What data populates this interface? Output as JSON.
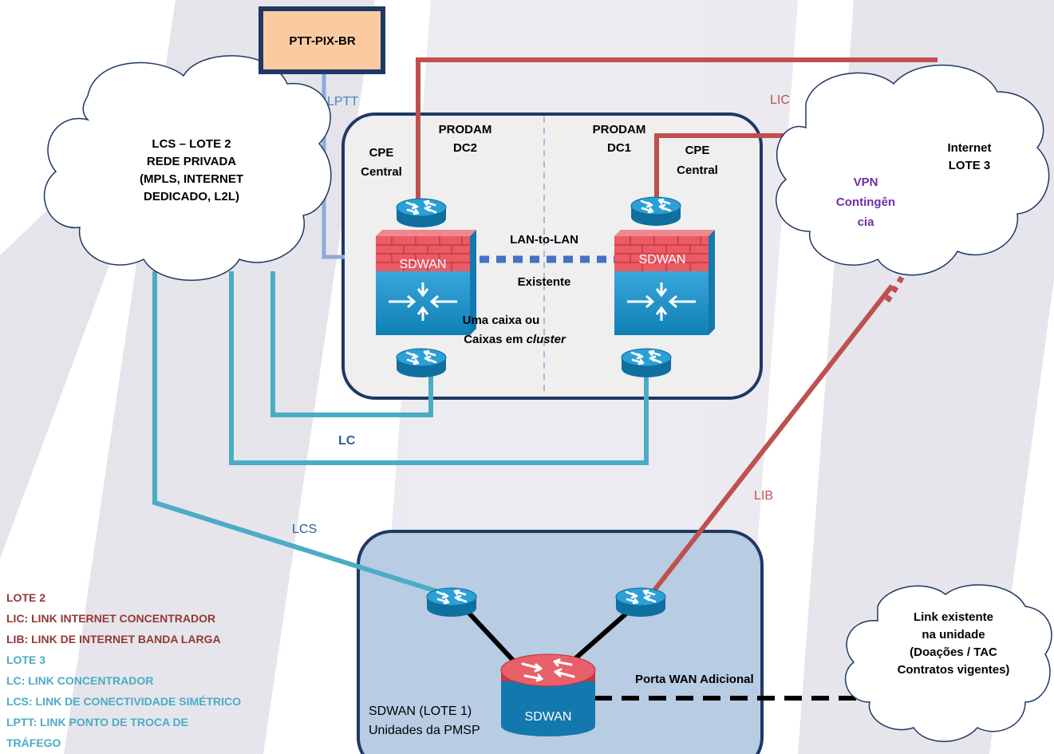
{
  "ptt_box": "PTT-PIX-BR",
  "lcs_cloud": [
    "LCS – LOTE 2",
    "REDE PRIVADA",
    "(MPLS, INTERNET",
    "DEDICADO, L2L)"
  ],
  "internet_cloud": [
    "Internet",
    "LOTE 3"
  ],
  "existing_link_cloud": [
    "Link existente",
    "na unidade",
    "(Doações / TAC",
    "Contratos vigentes)"
  ],
  "dc2": {
    "title": [
      "PRODAM",
      "DC2"
    ],
    "cpe": [
      "CPE",
      "Central"
    ]
  },
  "dc1": {
    "title": [
      "PRODAM",
      "DC1"
    ],
    "cpe": [
      "CPE",
      "Central"
    ]
  },
  "sdwan_label": "SDWAN",
  "lan_to_lan": [
    "LAN-to-LAN",
    "Existente"
  ],
  "cluster_note": {
    "line1": "Uma caixa ou",
    "line2_prefix": "Caixas em ",
    "line2_italic": "cluster"
  },
  "vpn": [
    "VPN",
    "Contingên",
    "cia"
  ],
  "links": {
    "lptt": "LPTT",
    "lic": "LIC",
    "lc": "LC",
    "lcs": "LCS",
    "lib": "LIB"
  },
  "unit": {
    "wan_port": "Porta WAN Adicional",
    "line1": "SDWAN (LOTE 1)",
    "line2": "Unidades da PMSP",
    "device": "SDWAN"
  },
  "legend": {
    "lote2": "LOTE 2",
    "lic": "LIC: LINK INTERNET CONCENTRADOR",
    "lib": "LIB: LINK DE INTERNET BANDA LARGA",
    "lote3": "LOTE 3",
    "lc": "LC:  LINK CONCENTRADOR",
    "lcs": "LCS: LINK DE CONECTIVIDADE SIMÉTRICO",
    "lptt1": "LPTT: LINK PONTO DE TROCA DE",
    "lptt2": "TRÁFEGO"
  },
  "colors": {
    "red_link": "#c0504d",
    "teal_link": "#4bacc6",
    "lptt_link": "#8eaadb",
    "blue_dash": "#4472c4",
    "router": "#1b93c9",
    "legend_red": "#953735",
    "legend_teal": "#4bacc6",
    "vpn": "#7030a0"
  }
}
